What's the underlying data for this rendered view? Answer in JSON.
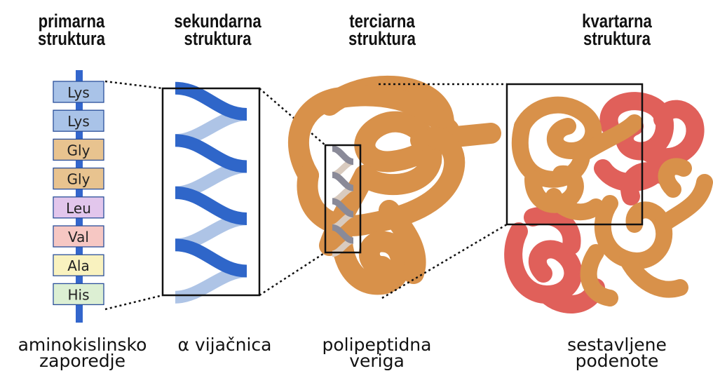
{
  "headings": {
    "primary": [
      "primarna",
      "struktura"
    ],
    "secondary": [
      "sekundarna",
      "struktura"
    ],
    "tertiary": [
      "terciarna",
      "struktura"
    ],
    "quaternary": [
      "kvartarna",
      "struktura"
    ]
  },
  "captions": {
    "primary": [
      "aminokislinsko",
      "zaporedje"
    ],
    "secondary": [
      "α vijačnica"
    ],
    "tertiary": [
      "polipeptidna",
      "veriga"
    ],
    "quaternary": [
      "sestavljene",
      "podenote"
    ]
  },
  "amino_acids": [
    {
      "label": "Lys",
      "color": "#a9c3e8"
    },
    {
      "label": "Lys",
      "color": "#a9c3e8"
    },
    {
      "label": "Gly",
      "color": "#e8c38f"
    },
    {
      "label": "Gly",
      "color": "#e8c38f"
    },
    {
      "label": "Leu",
      "color": "#e2c6ec"
    },
    {
      "label": "Val",
      "color": "#f6c7c3"
    },
    {
      "label": "Ala",
      "color": "#f9f2bf"
    },
    {
      "label": "His",
      "color": "#dcefd3"
    }
  ],
  "colors": {
    "backbone": "#3366cc",
    "helix_front": "#2f66c9",
    "helix_back": "#aec4e6",
    "chain": "#d8914a",
    "second_chain": "#e0605a",
    "frame": "#111111"
  }
}
